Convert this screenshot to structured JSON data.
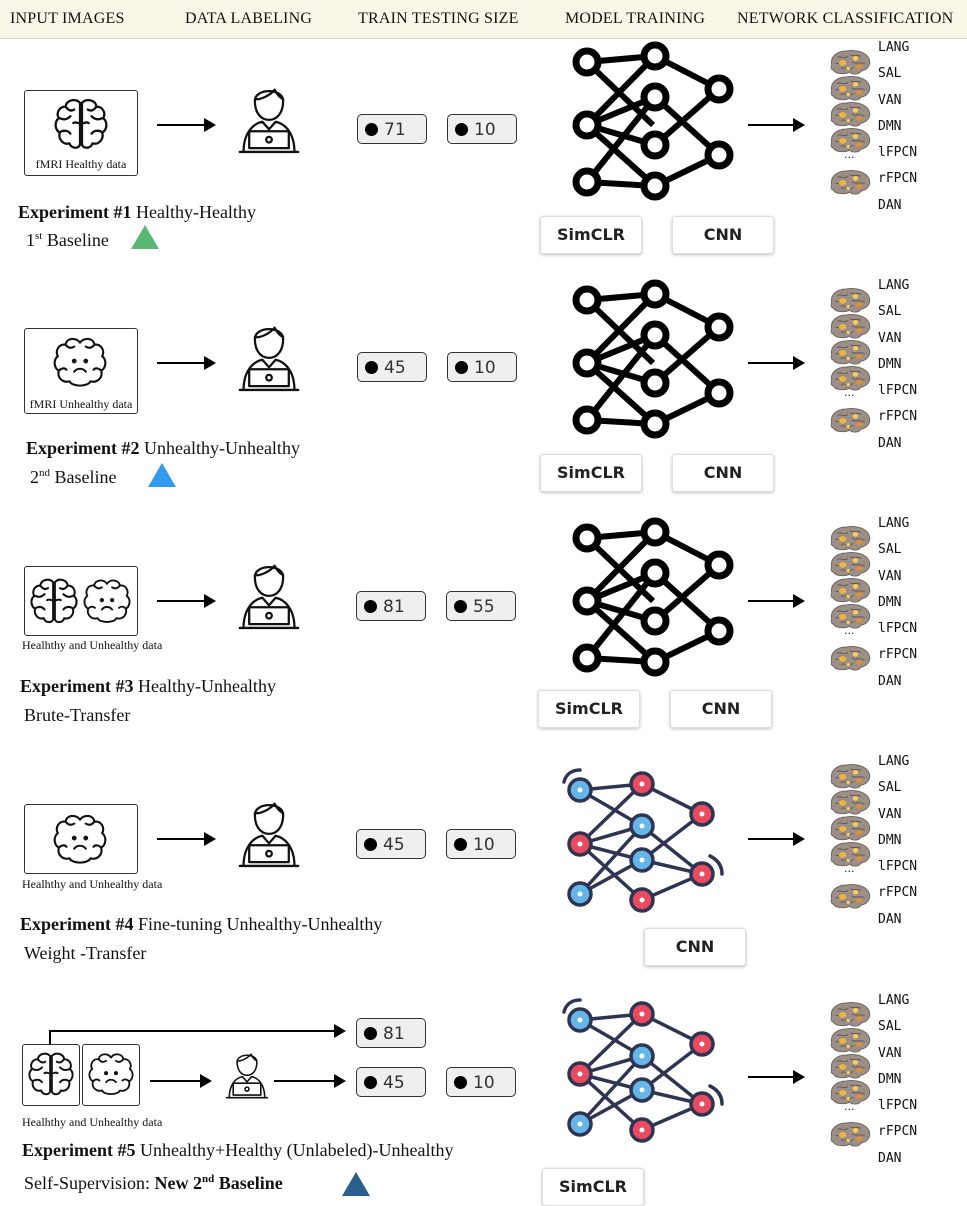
{
  "headers": [
    "INPUT IMAGES",
    "DATA LABELING",
    "TRAIN TESTING SIZE",
    "MODEL TRAINING",
    "NETWORK CLASSIFICATION"
  ],
  "networks": [
    "LANG",
    "SAL",
    "VAN",
    "DMN",
    "lFPCN",
    "rFPCN",
    "DAN"
  ],
  "ellipsis": "...",
  "colors": {
    "green": "#5bb874",
    "blue": "#2f9cf0",
    "darkblue": "#2b5f8e",
    "red": "#e84a5f",
    "lightblue": "#64b5e8",
    "navy": "#2e3451"
  },
  "experiments": [
    {
      "caption": "fMRI Healthy data",
      "train": "71",
      "test": "10",
      "models": [
        "SimCLR",
        "CNN"
      ],
      "title_bold": "Experiment #1",
      "title_rest": " Healthy-Healthy",
      "sub_pre": "1",
      "sub_sup": "st",
      "sub_post": " Baseline"
    },
    {
      "caption": "fMRI Unhealthy data",
      "train": "45",
      "test": "10",
      "models": [
        "SimCLR",
        "CNN"
      ],
      "title_bold": "Experiment #2",
      "title_rest": " Unhealthy-Unhealthy",
      "sub_pre": "2",
      "sub_sup": "nd",
      "sub_post": " Baseline"
    },
    {
      "caption": "Healhthy and Unhealthy data",
      "train": "81",
      "test": "55",
      "models": [
        "SimCLR",
        "CNN"
      ],
      "title_bold": "Experiment #3",
      "title_rest": " Healthy-Unhealthy",
      "sub_post": "Brute-Transfer"
    },
    {
      "caption": "Healhthy and Unhealthy data",
      "train": "45",
      "test": "10",
      "models": [
        "CNN"
      ],
      "title_bold": "Experiment #4",
      "title_rest": " Fine-tuning Unhealthy-Unhealthy",
      "sub_post": "Weight -Transfer"
    },
    {
      "caption": "Healhthy and Unhealthy data",
      "unlabeled": "81",
      "train": "45",
      "test": "10",
      "models": [
        "SimCLR"
      ],
      "title_bold": "Experiment #5",
      "title_rest": " Unhealthy+Healthy (Unlabeled)-Unhealthy",
      "sub_pre": "Self-Supervision: ",
      "sub_bold": "New 2",
      "sub_sup": "nd",
      "sub_bold2": " Baseline"
    }
  ]
}
